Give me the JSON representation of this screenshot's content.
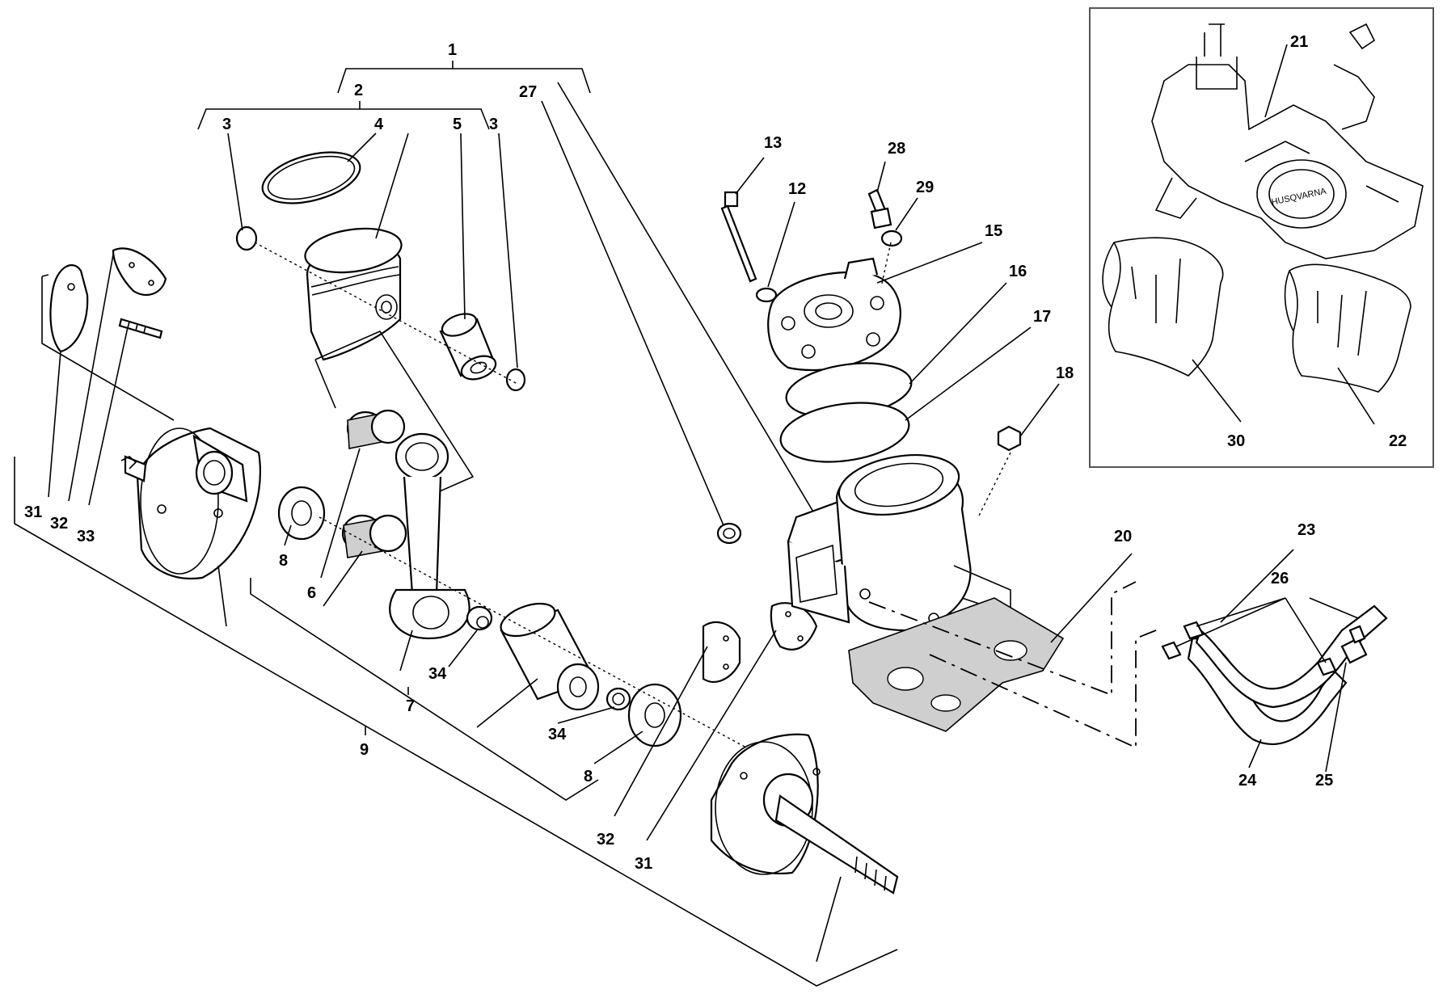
{
  "callouts": {
    "c1": "1",
    "c2": "2",
    "c3a": "3",
    "c3b": "3",
    "c4": "4",
    "c5": "5",
    "c6": "6",
    "c7": "7",
    "c8a": "8",
    "c8b": "8",
    "c9": "9",
    "c12": "12",
    "c13": "13",
    "c15": "15",
    "c16": "16",
    "c17": "17",
    "c18": "18",
    "c20": "20",
    "c21": "21",
    "c22": "22",
    "c23": "23",
    "c24": "24",
    "c25": "25",
    "c26": "26",
    "c27": "27",
    "c28": "28",
    "c29": "29",
    "c30": "30",
    "c31a": "31",
    "c31b": "31",
    "c32a": "32",
    "c32b": "32",
    "c33": "33",
    "c34a": "34",
    "c34b": "34"
  },
  "logo_text": "HUSQVARNA"
}
